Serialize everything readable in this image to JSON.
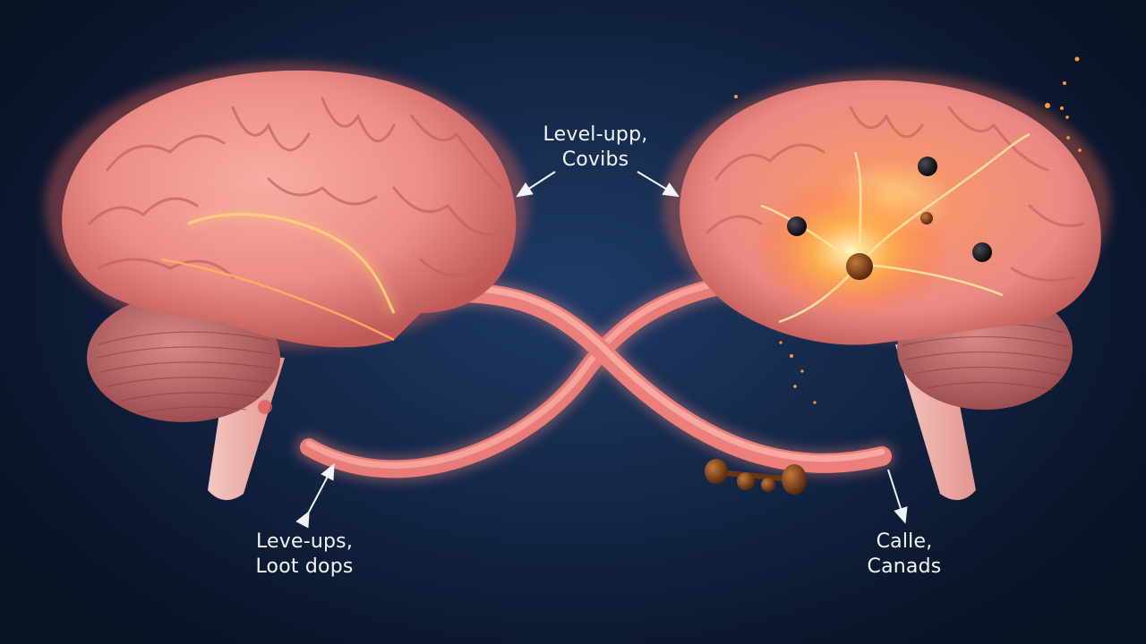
{
  "illustration": {
    "subject": "two brains connected by an infinity-shaped neural tube",
    "colors": {
      "background_center": "#1f3a66",
      "background_edge": "#081223",
      "brain_tissue": "#f0968e",
      "brain_shadow": "#c85f5c",
      "glow": "#ffb347",
      "tube": "#f08a84",
      "bead_brown": "#7a3e1a",
      "dark_node": "#141418",
      "label_text": "#f2f5f8"
    }
  },
  "labels": {
    "top_center": {
      "line1": "Level-upp,",
      "line2": "Covibs"
    },
    "bottom_left": {
      "line1": "Leve-ups,",
      "line2": "Loot dops"
    },
    "bottom_right": {
      "line1": "Calle,",
      "line2": "Canads"
    }
  }
}
